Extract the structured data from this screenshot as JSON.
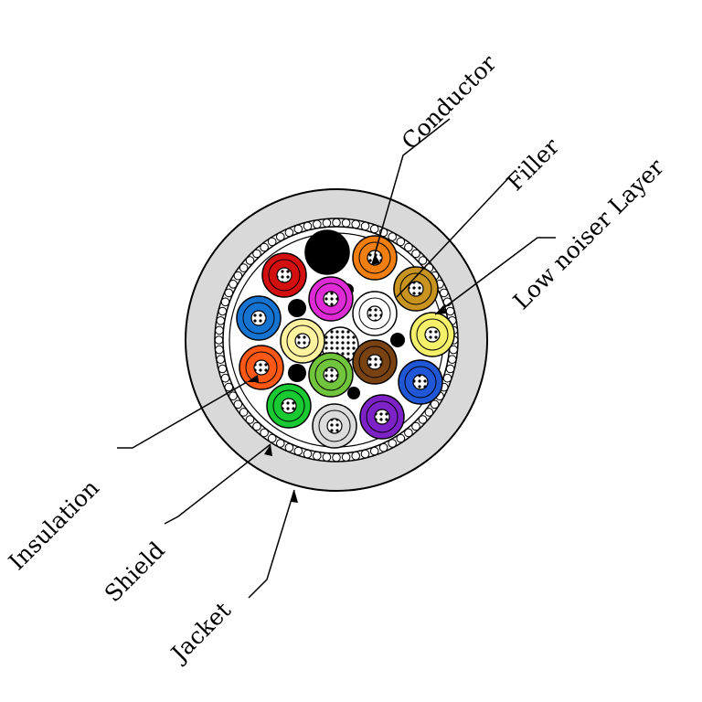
{
  "labels": {
    "conductor": "Conductor",
    "filler": "Filler",
    "low_noise": "Low noiser Layer",
    "insulation": "Insulation",
    "shield": "Shield",
    "jacket": "Jacket"
  },
  "colors": {
    "jacket": "#d9d9d9",
    "cores": [
      "#000000",
      "#f07f10",
      "#d40f0f",
      "#c8931e",
      "#de2bd6",
      "#ffffff",
      "#1573d1",
      "#f4f06a",
      "#fff3a0",
      "#ff5714",
      "#71c53c",
      "#784212",
      "#1f57d6",
      "#18c932",
      "#dcdcdc",
      "#7d22c7"
    ]
  }
}
